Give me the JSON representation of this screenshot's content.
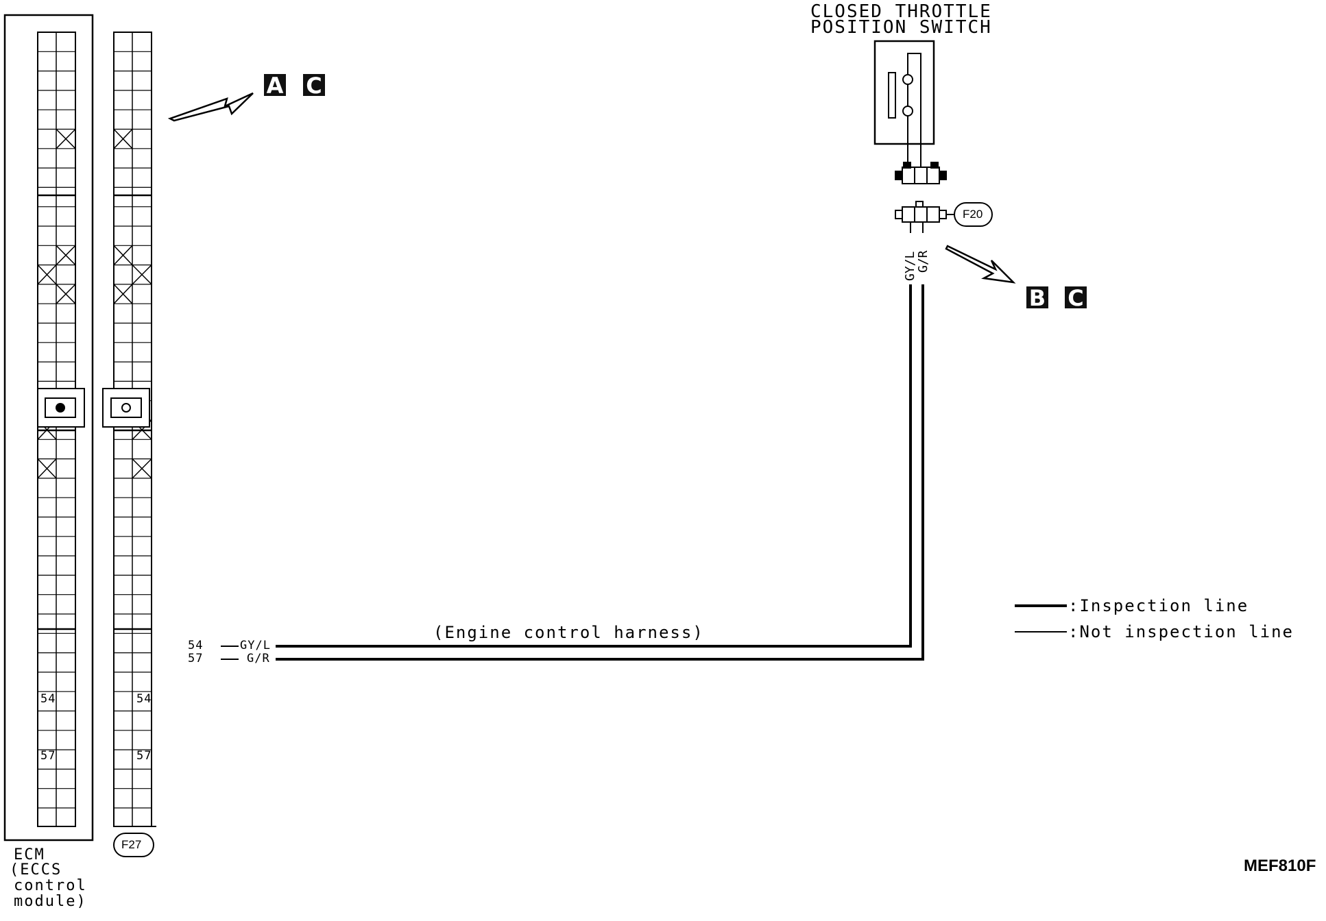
{
  "component": {
    "line1": "CLOSED THROTTLE",
    "line2": "POSITION SWITCH",
    "connector": "F20",
    "wire_colors": [
      "GY/L",
      "G/R"
    ]
  },
  "ecm": {
    "lines": [
      "ECM",
      "(ECCS",
      "control",
      "module)"
    ],
    "harness_connector": "F27",
    "pins": [
      "54",
      "57"
    ]
  },
  "harness": {
    "label": "(Engine control harness)",
    "wires": [
      {
        "pin": "54",
        "color": "GY/L"
      },
      {
        "pin": "57",
        "color": "G/R"
      }
    ]
  },
  "markers": {
    "top": [
      "A",
      "C"
    ],
    "right": [
      "B",
      "C"
    ]
  },
  "legend": {
    "inspection": ":Inspection line",
    "not_inspection": ":Not inspection line"
  },
  "figure_code": "MEF810F"
}
